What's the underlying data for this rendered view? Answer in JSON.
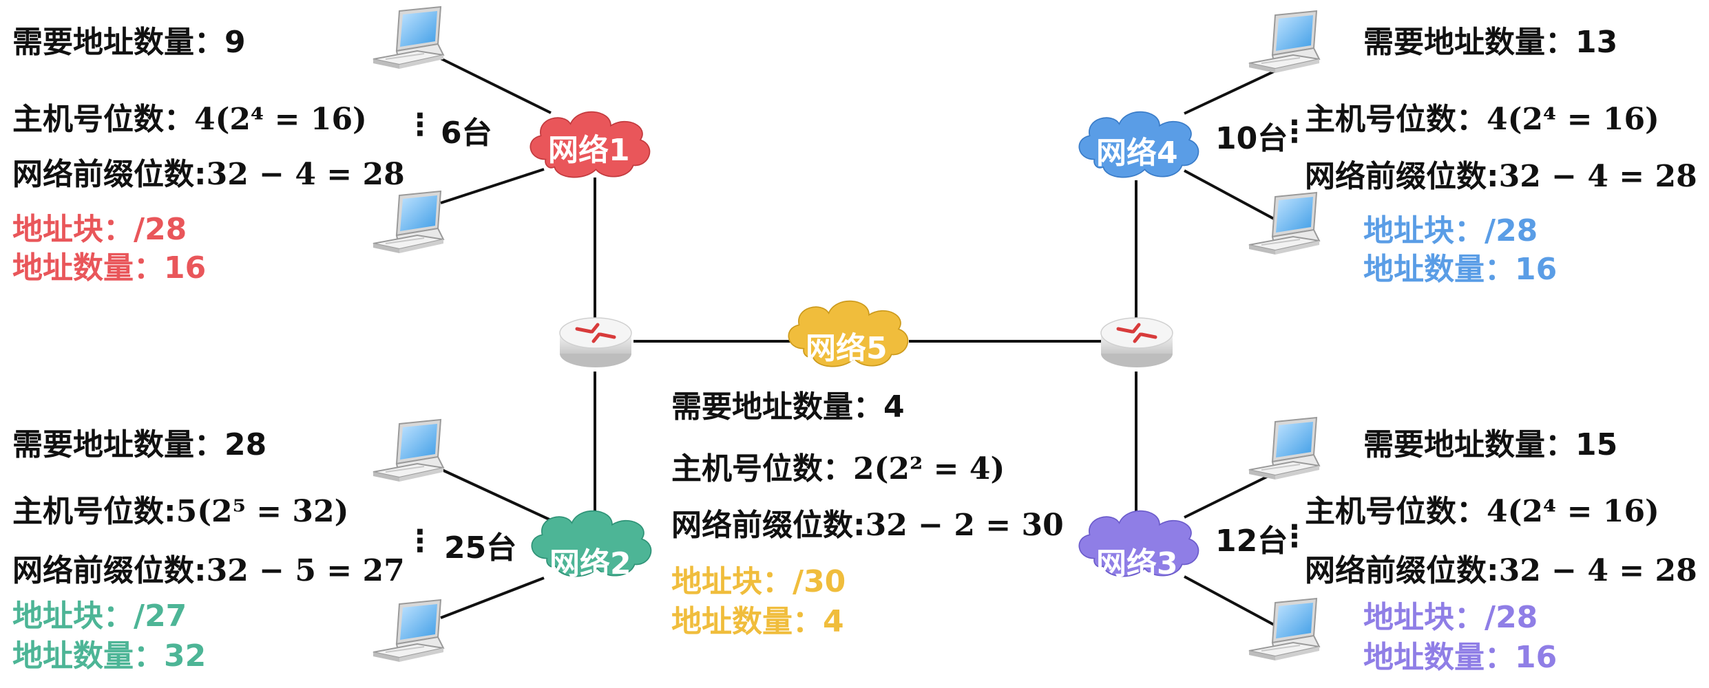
{
  "colors": {
    "net1": "#e9565a",
    "net2": "#4db596",
    "net3": "#8f7ee6",
    "net4": "#5a9de6",
    "net5": "#f0bd3c",
    "text": "#111111"
  },
  "net1": {
    "label": "网络1",
    "hosts": "6台",
    "dots": "⋮",
    "need_label": "需要地址数量：",
    "need_value": "9",
    "host_bits_label": "主机号位数：",
    "host_bits_expr": "4(2⁴ = 16)",
    "prefix_label": "网络前缀位数:",
    "prefix_expr": "32 − 4 = 28",
    "block_label": "地址块：",
    "block_value": "/28",
    "count_label": "地址数量：",
    "count_value": "16"
  },
  "net2": {
    "label": "网络2",
    "hosts": "25台",
    "dots": "⋮",
    "need_label": "需要地址数量：",
    "need_value": "28",
    "host_bits_label": "主机号位数:",
    "host_bits_expr": "5(2⁵ = 32)",
    "prefix_label": "网络前缀位数:",
    "prefix_expr": "32 − 5 = 27",
    "block_label": "地址块：",
    "block_value": "/27",
    "count_label": "地址数量：",
    "count_value": "32"
  },
  "net3": {
    "label": "网络3",
    "hosts": "12台",
    "dots": "⋮",
    "need_label": "需要地址数量：",
    "need_value": "15",
    "host_bits_label": "主机号位数：",
    "host_bits_expr": "4(2⁴ = 16)",
    "prefix_label": "网络前缀位数:",
    "prefix_expr": "32 − 4 = 28",
    "block_label": "地址块：",
    "block_value": "/28",
    "count_label": "地址数量：",
    "count_value": "16"
  },
  "net4": {
    "label": "网络4",
    "hosts": "10台",
    "dots": "⋮",
    "need_label": "需要地址数量：",
    "need_value": "13",
    "host_bits_label": "主机号位数：",
    "host_bits_expr": "4(2⁴ = 16)",
    "prefix_label": "网络前缀位数:",
    "prefix_expr": "32 − 4 = 28",
    "block_label": "地址块：",
    "block_value": "/28",
    "count_label": "地址数量：",
    "count_value": "16"
  },
  "net5": {
    "label": "网络5",
    "need_label": "需要地址数量：",
    "need_value": "4",
    "host_bits_label": "主机号位数：",
    "host_bits_expr": "2(2² = 4)",
    "prefix_label": "网络前缀位数:",
    "prefix_expr": "32 − 2 = 30",
    "block_label": "地址块：",
    "block_value": "/30",
    "count_label": "地址数量：",
    "count_value": "4"
  },
  "icons": {
    "host": "laptop-icon",
    "router": "router-icon",
    "cloud": "cloud-icon"
  }
}
